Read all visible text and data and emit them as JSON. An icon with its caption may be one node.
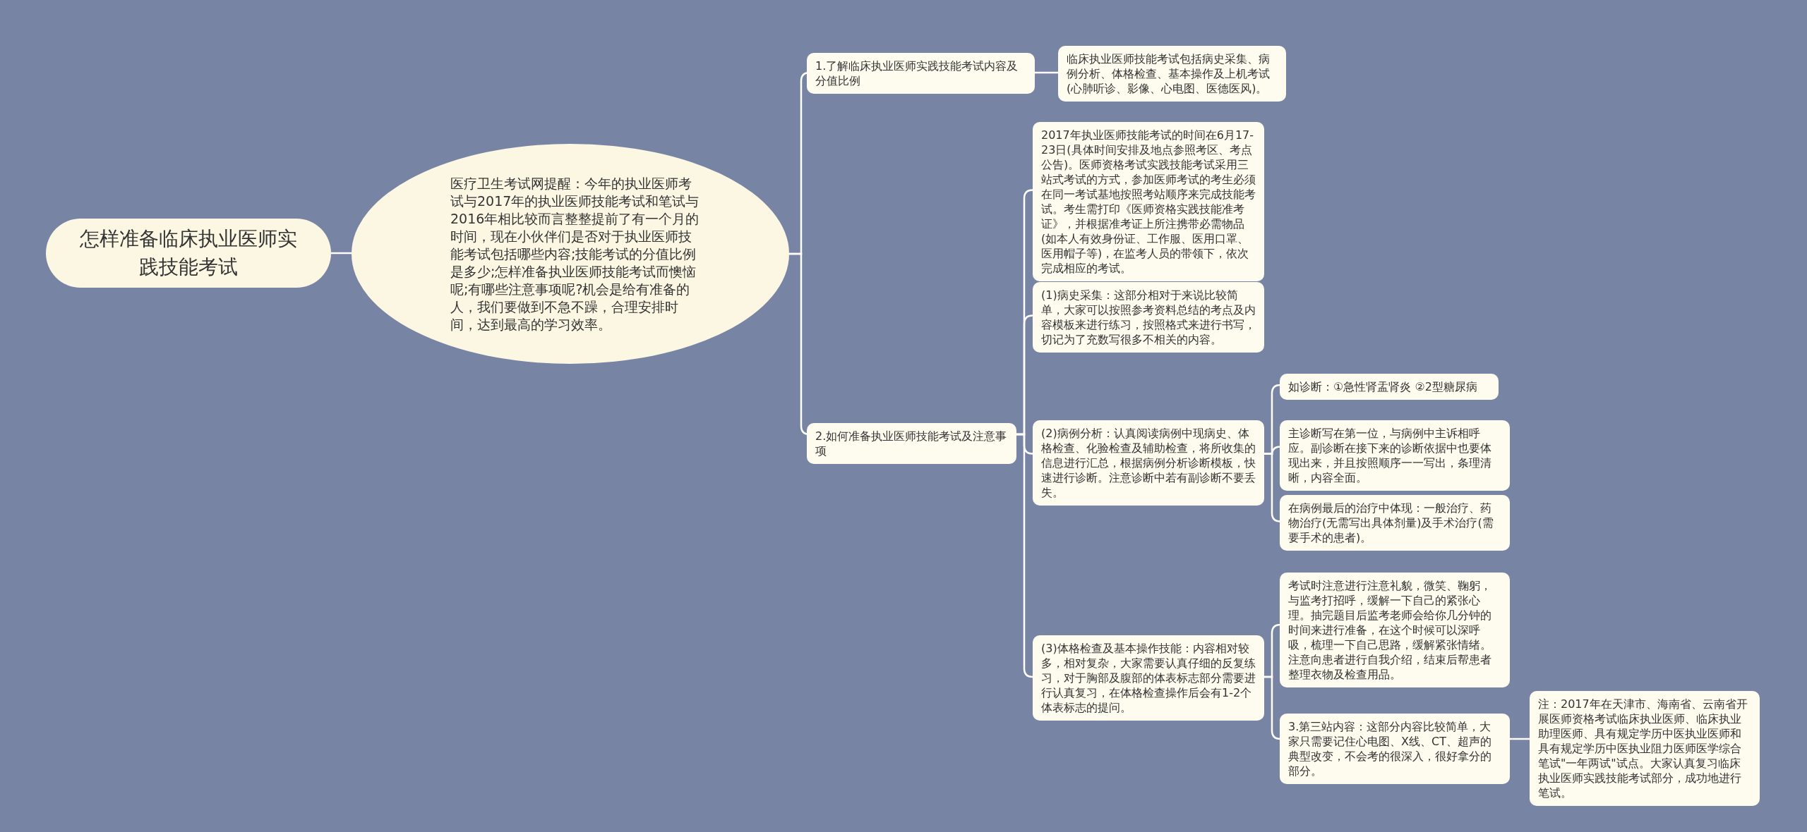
{
  "diagram": {
    "nodes": [
      {
        "text": [
          "怎样准备临床执业医师实践技能考试"
        ]
      },
      {
        "text": [
          "医疗卫生考试网提醒：今年的执业医师考试与2017年的执业医师技能考试和笔试与2016年相比较而言整整提前了有一个月的时间，现在小伙伴们是否对于执业医师技能考试包括哪些内容;技能考试的分值比例是多少;怎样准备执业医师技能考试而懊恼呢;有哪些注意事项呢?机会是给有准备的人，我们要做到不急不躁，合理安排时间，达到最高的学习效率。"
        ]
      },
      {
        "text": [
          "1.了解临床执业医师实践技能考试内容及分值比例"
        ]
      },
      {
        "text": [
          "临床执业医师技能考试包括病史采集、病例分析、体格检查、基本操作及上机考试(心肺听诊、影像、心电图、医德医风)。"
        ]
      },
      {
        "text": [
          "2.如何准备执业医师技能考试及注意事项"
        ]
      },
      {
        "text": [
          "2017年执业医师技能考试的时间在6月17-23日(具体时间安排及地点参照考区、考点公告)。医师资格考试实践技能考试采用三站式考试的方式，参加医师考试的考生必须在同一考试基地按照考站顺序来完成技能考试。考生需打印《医师资格实践技能准考证》，并根据准考证上所注携带必需物品(如本人有效身份证、工作服、医用口罩、医用帽子等)，在监考人员的带领下，依次完成相应的考试。"
        ]
      },
      {
        "text": [
          "(1)病史采集：这部分相对于来说比较简单，大家可以按照参考资料总结的考点及内容模板来进行练习，按照格式来进行书写，切记为了充数写很多不相关的内容。"
        ]
      },
      {
        "text": [
          "(2)病例分析：认真阅读病例中现病史、体格检查、化验检查及辅助检查，将所收集的信息进行汇总，根据病例分析诊断模板，快速进行诊断。注意诊断中若有副诊断不要丢失。"
        ]
      },
      {
        "text": [
          "如诊断：①急性肾盂肾炎 ②2型糖尿病"
        ]
      },
      {
        "text": [
          "主诊断写在第一位，与病例中主诉相呼应。副诊断在接下来的诊断依据中也要体现出来，并且按照顺序一一写出，条理清晰，内容全面。"
        ]
      },
      {
        "text": [
          "在病例最后的治疗中体现：一般治疗、药物治疗(无需写出具体剂量)及手术治疗(需要手术的患者)。"
        ]
      },
      {
        "text": [
          "(3)体格检查及基本操作技能：内容相对较多，相对复杂，大家需要认真仔细的反复练习，对于胸部及腹部的体表标志部分需要进行认真复习，在体格检查操作后会有1-2个体表标志的提问。"
        ]
      },
      {
        "text": [
          "考试时注意进行注意礼貌，微笑、鞠躬，与监考打招呼，缓解一下自己的紧张心理。抽完题目后监考老师会给你几分钟的时间来进行准备，在这个时候可以深呼吸，梳理一下自己思路，缓解紧张情绪。注意向患者进行自我介绍，结束后帮患者整理衣物及检查用品。"
        ]
      },
      {
        "text": [
          "3.第三站内容：这部分内容比较简单，大家只需要记住心电图、X线、CT、超声的典型改变，不会考的很深入，很好拿分的部分。"
        ]
      },
      {
        "text": [
          "注：2017年在天津市、海南省、云南省开展医师资格考试临床执业医师、临床执业助理医师、具有规定学历中医执业医师和具有规定学历中医执业阻力医师医学综合笔试\"一年两试\"试点。大家认真复习临床执业医师实践技能考试部分，成功地进行笔试。"
        ]
      }
    ],
    "edges": [
      {
        "from": 0,
        "to": 1,
        "arrow": "none"
      },
      {
        "from": 1,
        "to": 2,
        "arrow": "none"
      },
      {
        "from": 2,
        "to": 3,
        "arrow": "none"
      },
      {
        "from": 1,
        "to": 4,
        "arrow": "none"
      },
      {
        "from": 4,
        "to": 5,
        "arrow": "none"
      },
      {
        "from": 4,
        "to": 6,
        "arrow": "none"
      },
      {
        "from": 4,
        "to": 7,
        "arrow": "none"
      },
      {
        "from": 7,
        "to": 8,
        "arrow": "none"
      },
      {
        "from": 7,
        "to": 9,
        "arrow": "none"
      },
      {
        "from": 7,
        "to": 10,
        "arrow": "none"
      },
      {
        "from": 4,
        "to": 11,
        "arrow": "none"
      },
      {
        "from": 11,
        "to": 12,
        "arrow": "none"
      },
      {
        "from": 11,
        "to": 13,
        "arrow": "none"
      },
      {
        "from": 13,
        "to": 14,
        "arrow": "none"
      }
    ]
  }
}
